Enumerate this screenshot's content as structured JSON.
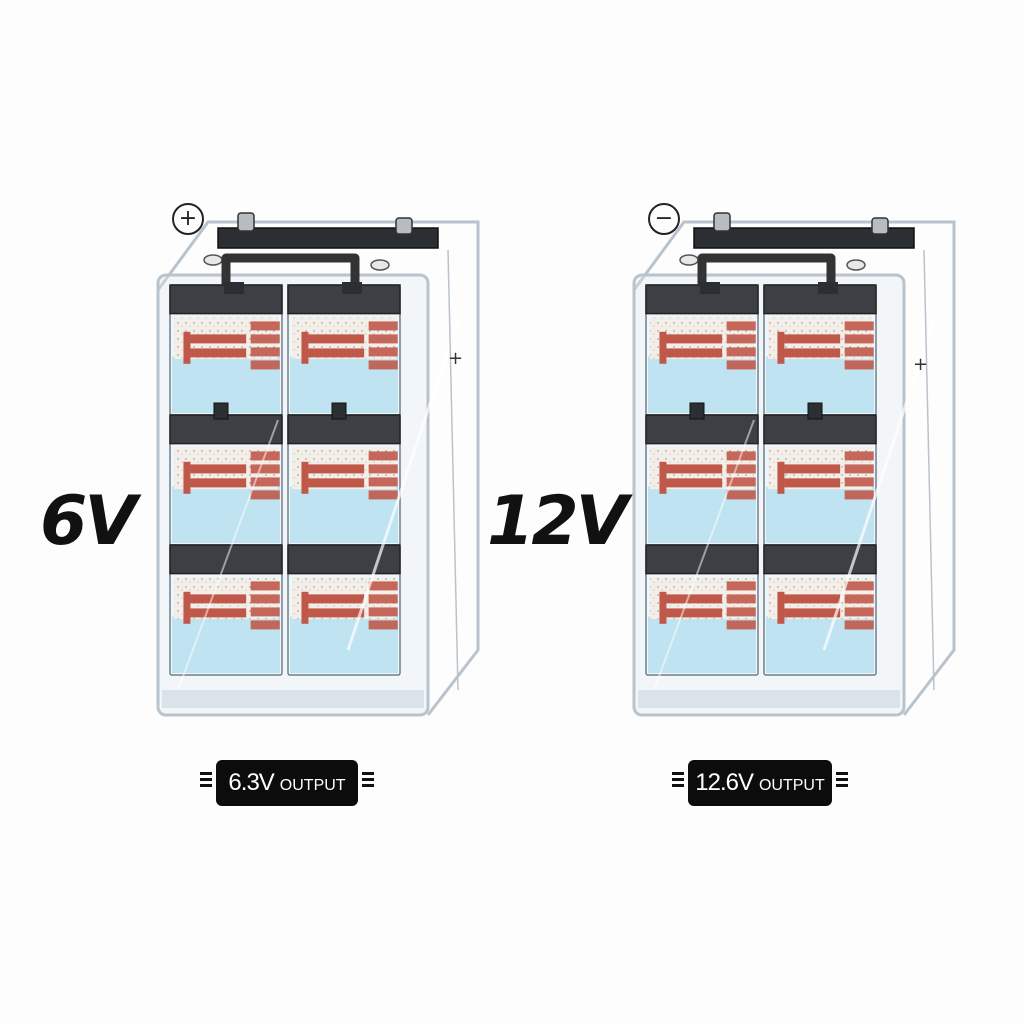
{
  "batteries": [
    {
      "voltage_label": "6V",
      "polarity_symbol": "+",
      "side_symbol": "+",
      "output_voltage": "6.3V",
      "output_word": "OUTPUT"
    },
    {
      "voltage_label": "12V",
      "polarity_symbol": "−",
      "side_symbol": "+",
      "output_voltage": "12.6V",
      "output_word": "OUTPUT"
    }
  ],
  "colors": {
    "case_stroke": "#b9c3cd",
    "cell_cap": "#3c3f44",
    "plate": "#c0584a",
    "electrolyte": "#bfe3f0",
    "separator": "#f1ede6",
    "badge": "#0c0c0c"
  }
}
